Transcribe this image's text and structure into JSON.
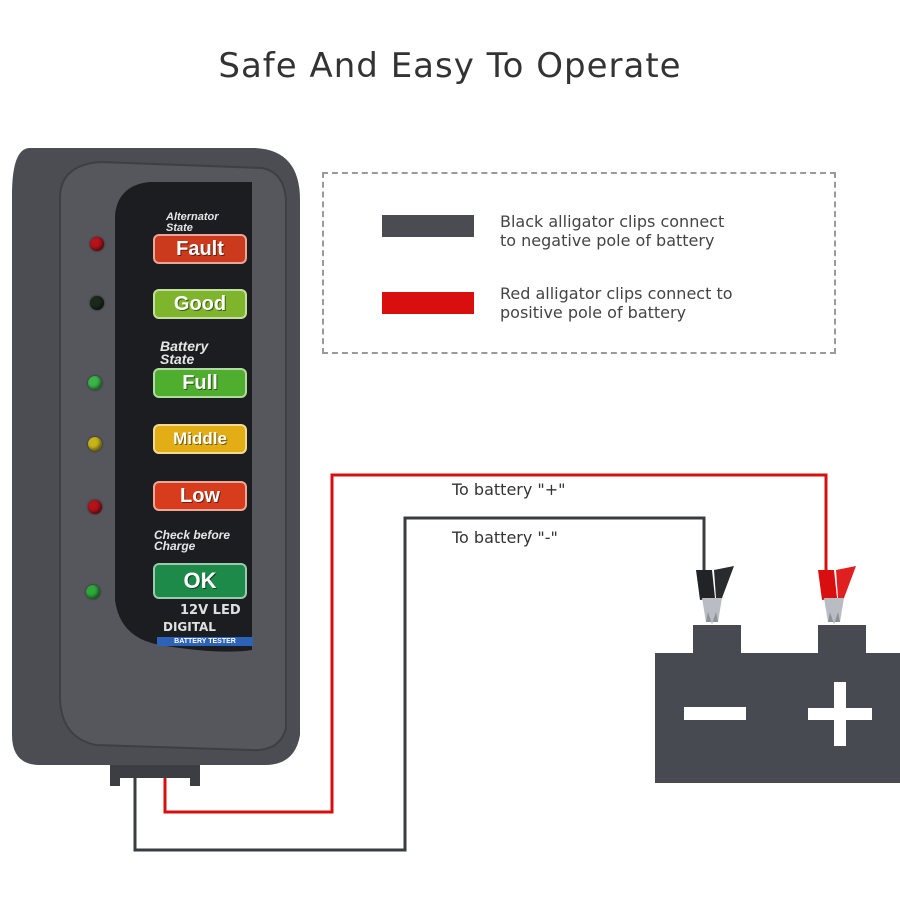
{
  "title": "Safe And Easy To Operate",
  "legend": {
    "black": {
      "text": "Black alligator clips connect\nto negative pole of battery",
      "color": "#4a4c52"
    },
    "red": {
      "text": "Red alligator clips connect to\npositive pole of battery",
      "color": "#d90f0f"
    }
  },
  "wires": {
    "positive_label": "To battery \"+\"",
    "negative_label": "To battery \"-\""
  },
  "tester": {
    "alternator_label": "Alternator\nState",
    "battery_label": "Battery\nState",
    "check_label": "Check before\nCharge",
    "buttons": {
      "fault": "Fault",
      "good": "Good",
      "full": "Full",
      "middle": "Middle",
      "low": "Low",
      "ok": "OK"
    },
    "model_line1": "12V LED",
    "model_line2": "DIGITAL",
    "badge": "BATTERY TESTER",
    "body_color": "#4b4d53",
    "panel_color": "#1c1d20"
  },
  "battery": {
    "negative_sign": "–",
    "positive_sign": "+",
    "body_color": "#474a51"
  }
}
